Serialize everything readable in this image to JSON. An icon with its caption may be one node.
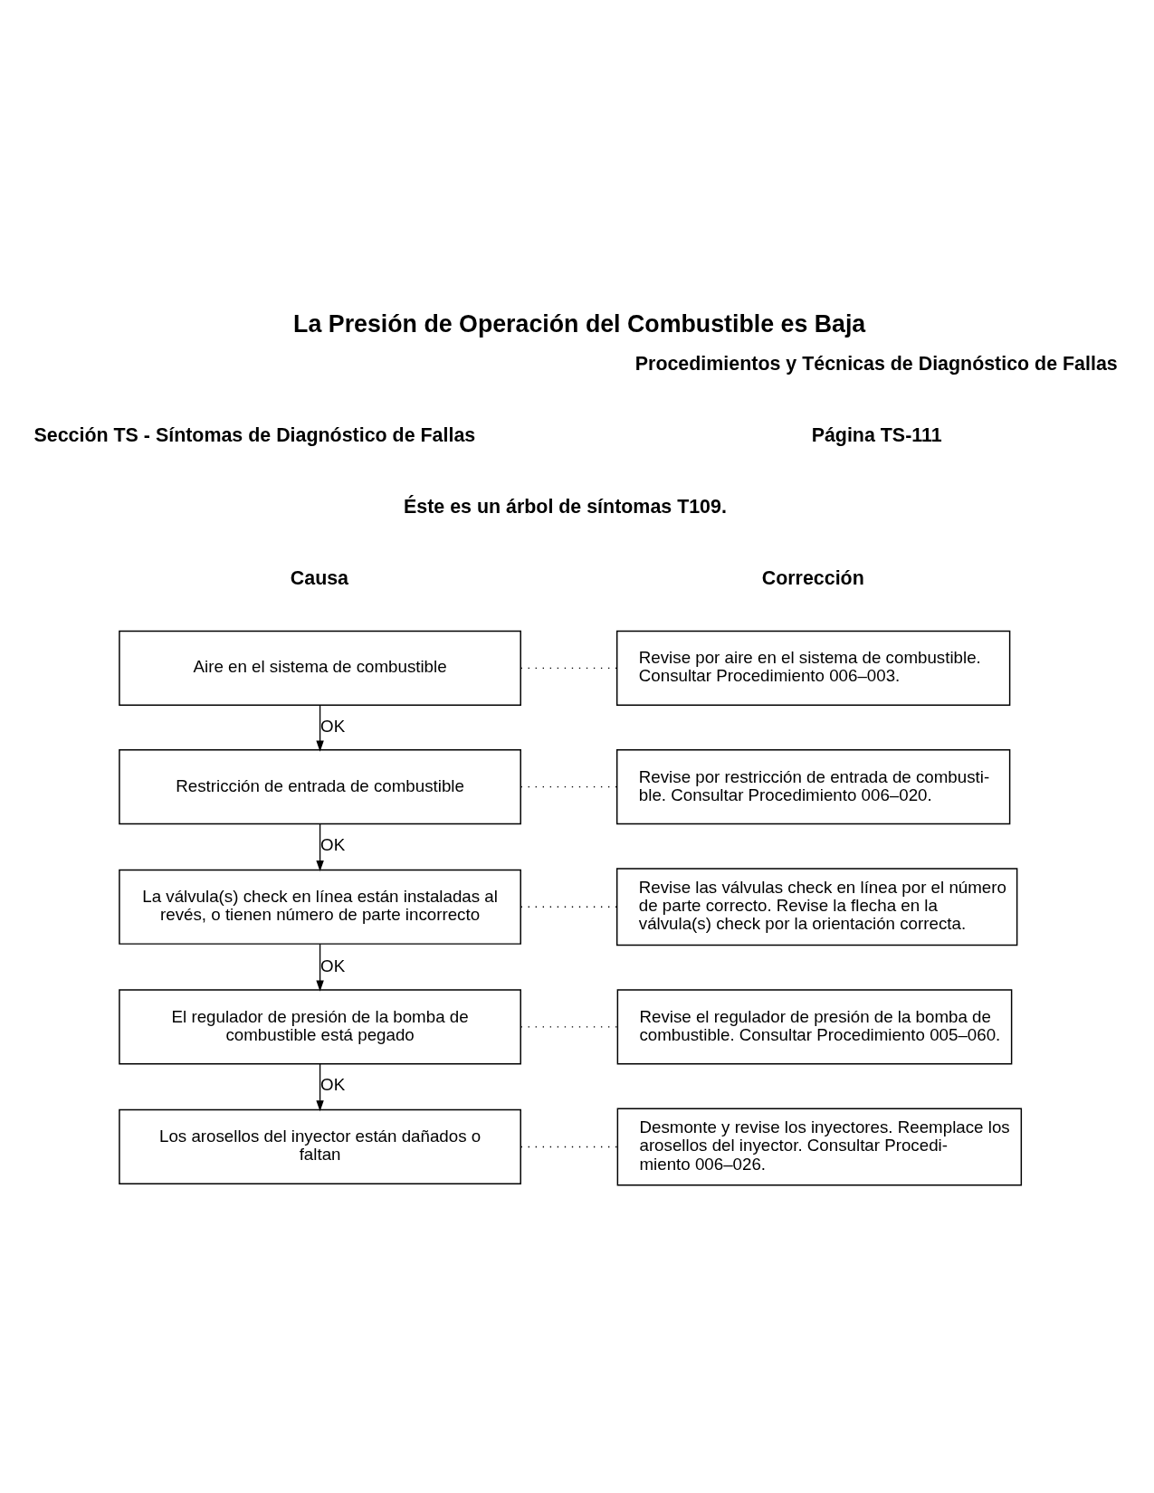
{
  "diagram": {
    "title": "La Presión de Operación del Combustible es Baja",
    "nodes": [
      {
        "text": [
          "Aire en el sistema de combustible"
        ]
      },
      {
        "text": [
          "Revise por aire en el sistema de combustible. Consultar Procedimiento 006–003."
        ]
      },
      {
        "text": [
          "Restricción de entrada de combustible"
        ]
      },
      {
        "text": [
          "Revise por restricción de entrada de combusti- ble. Consultar Procedimiento 006–020."
        ]
      },
      {
        "text": [
          "La válvula(s) check en línea están instaladas al revés, o tienen número de parte incorrecto"
        ]
      },
      {
        "text": [
          "Revise las válvulas check en línea por el número de parte correcto. Revise la flecha en la válvula(s) check por la orientación correcta."
        ]
      },
      {
        "text": [
          "El regulador de presión de la bomba de combustible está pegado"
        ]
      },
      {
        "text": [
          "Revise el regulador de presión de la bomba de combustible. Consultar Procedimiento 005–060."
        ]
      },
      {
        "text": [
          "Los arosellos del inyector están dañados o faltan"
        ]
      },
      {
        "text": [
          "Desmonte y revise los inyectores. Reemplace los arosellos del inyector. Consultar Procedi- miento 006–026."
        ]
      }
    ],
    "edges": [
      {
        "from": 0,
        "to": 1,
        "arrow": "none",
        "style": "dashed"
      },
      {
        "from": 0,
        "to": 2,
        "arrow": "to",
        "label": "OK"
      },
      {
        "from": 2,
        "to": 3,
        "arrow": "none",
        "style": "dashed"
      },
      {
        "from": 2,
        "to": 4,
        "arrow": "to",
        "label": "OK"
      },
      {
        "from": 4,
        "to": 5,
        "arrow": "none",
        "style": "dashed"
      },
      {
        "from": 4,
        "to": 6,
        "arrow": "to",
        "label": "OK"
      },
      {
        "from": 6,
        "to": 7,
        "arrow": "none",
        "style": "dashed"
      },
      {
        "from": 6,
        "to": 8,
        "arrow": "to",
        "label": "OK"
      },
      {
        "from": 8,
        "to": 9,
        "arrow": "none",
        "style": "dashed"
      }
    ],
    "labels": [
      "Procedimientos y Técnicas de Diagnóstico de Fallas",
      "Sección TS - Síntomas de Diagnóstico de Fallas",
      "Página TS-111",
      "Éste es un árbol de síntomas T109.",
      "Causa",
      "Corrección"
    ]
  }
}
